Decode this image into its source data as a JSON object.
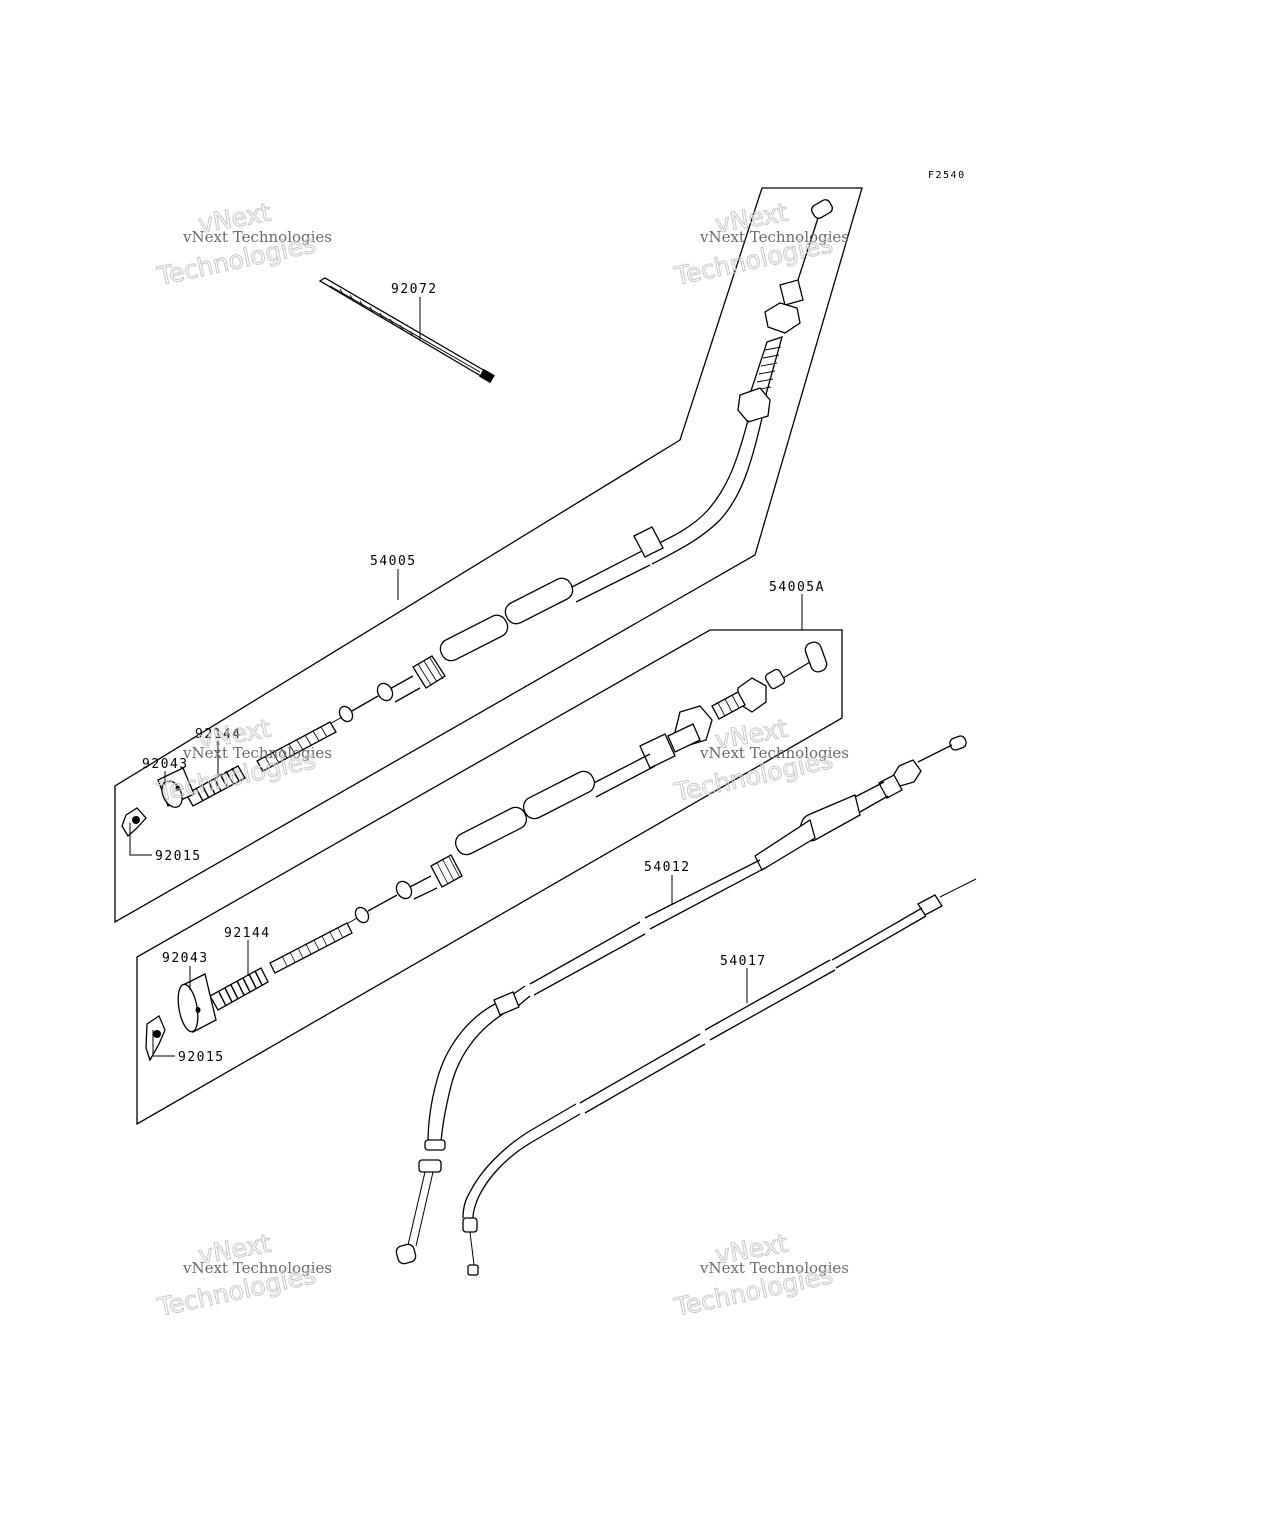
{
  "figure_code": "F2540",
  "watermark": {
    "line1": "vNext Technologies",
    "line2": "Technologies",
    "line3": "vNext"
  },
  "parts": {
    "cable_tie": "92072",
    "clutch_cable": "54005",
    "clutch_cable_alt": "54005A",
    "spring_upper": "92144",
    "spring_lower": "92144",
    "holder_upper": "92043",
    "holder_lower": "92043",
    "nut_upper": "92015",
    "nut_lower": "92015",
    "throttle_cable": "54012",
    "choke_cable": "54017"
  }
}
